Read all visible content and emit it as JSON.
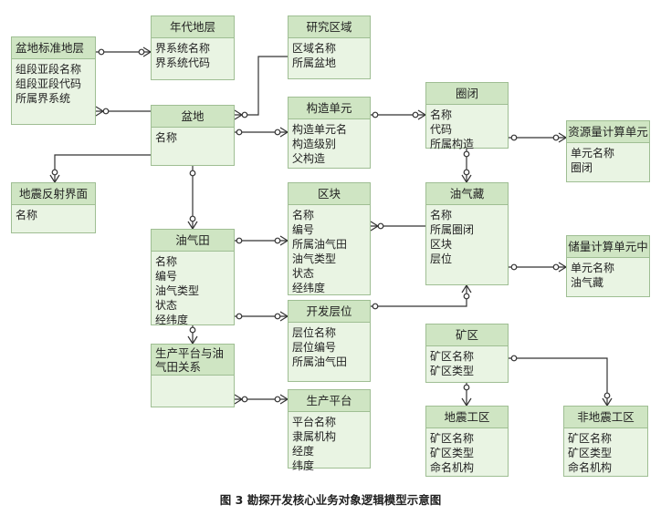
{
  "entities": {
    "basin_std_layer": {
      "title": "盆地标准地层",
      "attrs": [
        "组段亚段名称",
        "组段亚段代码",
        "所属界系统"
      ]
    },
    "era_layer": {
      "title": "年代地层",
      "attrs": [
        "界系统名称",
        "界系统代码"
      ]
    },
    "study_area": {
      "title": "研究区域",
      "attrs": [
        "区域名称",
        "所属盆地"
      ]
    },
    "basin": {
      "title": "盆地",
      "attrs": [
        "名称"
      ]
    },
    "structure_unit": {
      "title": "构造单元",
      "attrs": [
        "构造单元名",
        "构造级别",
        "父构造"
      ]
    },
    "trap": {
      "title": "圈闭",
      "attrs": [
        "名称",
        "代码",
        "所属构造"
      ]
    },
    "resource_calc_unit": {
      "title": "资源量计算单元",
      "attrs": [
        "单元名称",
        "圈闭"
      ]
    },
    "seismic_interface": {
      "title": "地震反射界面",
      "attrs": [
        "名称"
      ]
    },
    "block": {
      "title": "区块",
      "attrs": [
        "名称",
        "编号",
        "所属油气田",
        "油气类型",
        "状态",
        "经纬度"
      ]
    },
    "reservoir": {
      "title": "油气藏",
      "attrs": [
        "名称",
        "所属圈闭",
        "区块",
        "层位"
      ]
    },
    "reserve_calc_unit": {
      "title": "储量计算单元中",
      "attrs": [
        "单元名称",
        "油气藏"
      ]
    },
    "oilfield": {
      "title": "油气田",
      "attrs": [
        "名称",
        "编号",
        "油气类型",
        "状态",
        "经纬度"
      ]
    },
    "dev_layer": {
      "title": "开发层位",
      "attrs": [
        "层位名称",
        "层位编号",
        "所属油气田"
      ]
    },
    "platform_field_rel": {
      "title": "生产平台与油气田关系",
      "attrs": []
    },
    "mining_area": {
      "title": "矿区",
      "attrs": [
        "矿区名称",
        "矿区类型"
      ]
    },
    "platform": {
      "title": "生产平台",
      "attrs": [
        "平台名称",
        "隶属机构",
        "经度",
        "纬度"
      ]
    },
    "seismic_area": {
      "title": "地震工区",
      "attrs": [
        "矿区名称",
        "矿区类型",
        "命名机构"
      ]
    },
    "non_seismic_area": {
      "title": "非地震工区",
      "attrs": [
        "矿区名称",
        "矿区类型",
        "命名机构"
      ]
    }
  },
  "caption": "图 3   勘探开发核心业务对象逻辑模型示意图",
  "colors": {
    "header": "#cfe5c3",
    "body": "#e9f4e3",
    "border": "#9fbe93",
    "line": "#333333"
  }
}
